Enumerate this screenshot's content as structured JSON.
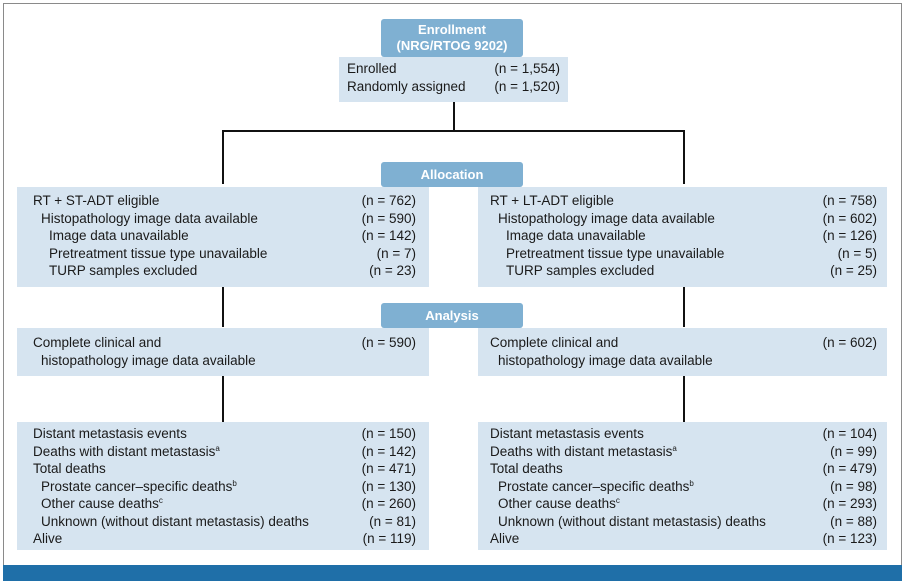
{
  "enrollment": {
    "title_line1": "Enrollment",
    "title_line2": "(NRG/RTOG 9202)",
    "rows": [
      {
        "label": "Enrolled",
        "value": "(n = 1,554)"
      },
      {
        "label": "Randomly assigned",
        "value": "(n = 1,520)"
      }
    ]
  },
  "allocation": {
    "title": "Allocation",
    "left": [
      {
        "label": "RT + ST-ADT eligible",
        "value": "(n = 762)"
      },
      {
        "label": "Histopathology image data available",
        "value": "(n = 590)"
      },
      {
        "label": "Image data unavailable",
        "value": "(n = 142)"
      },
      {
        "label": "Pretreatment tissue type unavailable",
        "value": "(n = 7)"
      },
      {
        "label": "TURP samples excluded",
        "value": "(n = 23)"
      }
    ],
    "right": [
      {
        "label": "RT + LT-ADT eligible",
        "value": "(n = 758)"
      },
      {
        "label": "Histopathology image data available",
        "value": "(n = 602)"
      },
      {
        "label": "Image data unavailable",
        "value": "(n = 126)"
      },
      {
        "label": "Pretreatment tissue type unavailable",
        "value": "(n = 5)"
      },
      {
        "label": "TURP samples excluded",
        "value": "(n = 25)"
      }
    ]
  },
  "analysis": {
    "title": "Analysis",
    "left": {
      "line1": "Complete clinical and",
      "line2": "histopathology image data available",
      "value": "(n = 590)"
    },
    "right": {
      "line1": "Complete clinical and",
      "line2": "histopathology image data available",
      "value": "(n = 602)"
    }
  },
  "outcomes": {
    "left": [
      {
        "label": "Distant metastasis events",
        "sup": "",
        "value": "(n = 150)"
      },
      {
        "label": "Deaths with distant metastasis",
        "sup": "a",
        "value": "(n = 142)"
      },
      {
        "label": "Total deaths",
        "sup": "",
        "value": "(n = 471)"
      },
      {
        "label": "Prostate cancer–specific deaths",
        "sup": "b",
        "value": "(n = 130)"
      },
      {
        "label": "Other cause deaths",
        "sup": "c",
        "value": "(n = 260)"
      },
      {
        "label": "Unknown (without distant metastasis) deaths",
        "sup": "",
        "value": "(n = 81)"
      },
      {
        "label": "Alive",
        "sup": "",
        "value": "(n = 119)"
      }
    ],
    "right": [
      {
        "label": "Distant metastasis events",
        "sup": "",
        "value": "(n = 104)"
      },
      {
        "label": "Deaths with distant metastasis",
        "sup": "a",
        "value": "(n = 99)"
      },
      {
        "label": "Total deaths",
        "sup": "",
        "value": "(n = 479)"
      },
      {
        "label": "Prostate cancer–specific deaths",
        "sup": "b",
        "value": "(n = 98)"
      },
      {
        "label": "Other cause deaths",
        "sup": "c",
        "value": "(n = 293)"
      },
      {
        "label": "Unknown (without distant metastasis) deaths",
        "sup": "",
        "value": "(n = 88)"
      },
      {
        "label": "Alive",
        "sup": "",
        "value": "(n = 123)"
      }
    ]
  },
  "colors": {
    "label_box": "#7fb0d2",
    "panel": "#d6e4f0",
    "bottom_bar": "#1f6fa8"
  }
}
